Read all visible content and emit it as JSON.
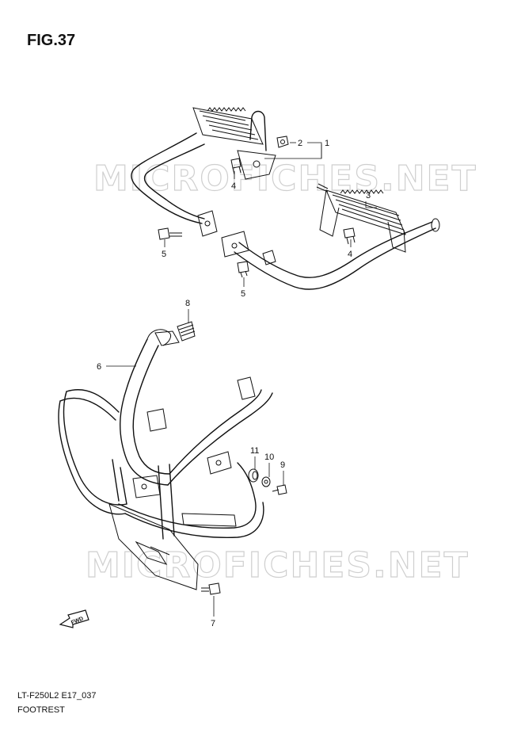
{
  "figure": {
    "title": "FIG.37"
  },
  "watermark": {
    "text": "MICROFICHES.NET"
  },
  "fwd_arrow": {
    "label": "FWD"
  },
  "callouts": {
    "c1": "1",
    "c2": "2",
    "c3": "3",
    "c4a": "4",
    "c4b": "4",
    "c5a": "5",
    "c5b": "5",
    "c6": "6",
    "c7": "7",
    "c8": "8",
    "c9": "9",
    "c10": "10",
    "c11": "11"
  },
  "footer": {
    "diagram_code": "LT-F250L2 E17_037",
    "section_name": "FOOTREST"
  }
}
